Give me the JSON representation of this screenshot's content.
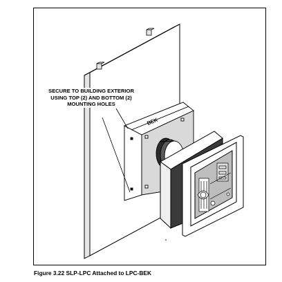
{
  "figure": {
    "callout_lines": [
      "SECURE TO BUILDING EXTERIOR",
      "USING TOP (2) AND BOTTOM (2)",
      "MOUNTING HOLES"
    ],
    "bek_label": "BEK",
    "caption": "Figure 3.22  SLP-LPC Attached to LPC-BEK"
  }
}
